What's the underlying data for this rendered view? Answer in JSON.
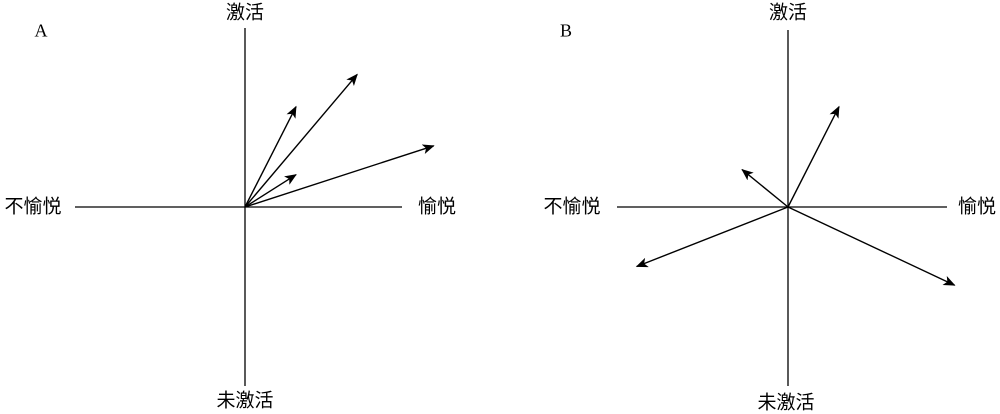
{
  "panels": [
    {
      "label": "A",
      "axes": {
        "top": "激活",
        "bottom": "未激活",
        "left": "不愉悦",
        "right": "愉悦"
      },
      "arrows": [
        {
          "valence": 0.3,
          "arousal": 0.59
        },
        {
          "valence": 0.66,
          "arousal": 0.78
        },
        {
          "valence": 0.3,
          "arousal": 0.19
        },
        {
          "valence": 1.11,
          "arousal": 0.36
        }
      ]
    },
    {
      "label": "B",
      "axes": {
        "top": "激活",
        "bottom": "未激活",
        "left": "不愉悦",
        "right": "愉悦"
      },
      "arrows": [
        {
          "valence": 0.3,
          "arousal": 0.59
        },
        {
          "valence": -0.27,
          "arousal": 0.22
        },
        {
          "valence": -0.89,
          "arousal": -0.35
        },
        {
          "valence": 0.98,
          "arousal": -0.46
        }
      ]
    }
  ]
}
